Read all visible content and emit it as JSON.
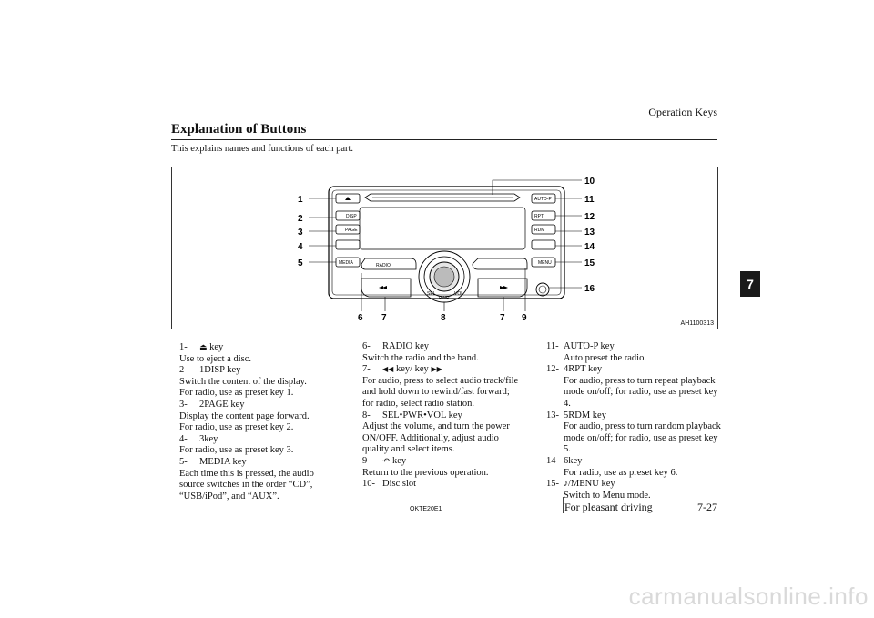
{
  "header": {
    "section": "Operation Keys",
    "chapter_tab": "7"
  },
  "section": {
    "title": "Explanation of Buttons",
    "subtitle": "This explains names and functions of each part."
  },
  "figure": {
    "code": "AH1100313",
    "callouts": [
      "1",
      "2",
      "3",
      "4",
      "5",
      "6",
      "7",
      "8",
      "7",
      "9",
      "10",
      "11",
      "12",
      "13",
      "14",
      "15",
      "16"
    ],
    "button_labels": {
      "disp": "DISP",
      "page": "PAGE",
      "media": "MEDIA",
      "radio": "RADIO",
      "autop": "AUTO-P",
      "rpt": "RPT",
      "rdm": "RDM",
      "menu": "MENU",
      "pwr": "PWR",
      "sel": "SEL",
      "vol": "VOL"
    }
  },
  "items_left": [
    {
      "num": "1-",
      "title": "key",
      "desc": [
        "Use to eject a disc."
      ]
    },
    {
      "num": "2-",
      "title": "1DISP key",
      "desc": [
        "Switch the content of the display.",
        "For radio, use as preset key 1."
      ]
    },
    {
      "num": "3-",
      "title": "2PAGE key",
      "desc": [
        "Display the content page forward.",
        "For radio, use as preset key 2."
      ]
    },
    {
      "num": "4-",
      "title": "3key",
      "desc": [
        "For radio, use as preset key 3."
      ]
    },
    {
      "num": "5-",
      "title": "MEDIA key",
      "desc": [
        "Each time this is pressed, the audio",
        "source switches in the order “CD”,",
        "“USB/iPod”, and “AUX”."
      ]
    }
  ],
  "items_middle": [
    {
      "num": "6-",
      "title": "RADIO key",
      "desc": [
        "Switch the radio and the band."
      ]
    },
    {
      "num": "7-",
      "title": "key/ key",
      "desc": [
        "For audio, press to select audio track/file",
        "and hold down to rewind/fast forward;",
        "for radio, select radio station."
      ]
    },
    {
      "num": "8-",
      "title": "SEL•PWR•VOL key",
      "desc": [
        "Adjust the volume, and turn the power",
        "ON/OFF. Additionally, adjust audio",
        "quality and select items."
      ]
    },
    {
      "num": "9-",
      "title": "key",
      "desc": [
        "Return to the previous operation."
      ]
    },
    {
      "num": "10-",
      "title": "Disc slot",
      "desc": []
    }
  ],
  "items_right": [
    {
      "num": "11-",
      "title": "AUTO-P key",
      "desc": [
        "Auto preset the radio."
      ]
    },
    {
      "num": "12-",
      "title": "4RPT key",
      "desc": [
        "For audio, press to turn repeat playback",
        "mode on/off; for radio, use as preset key",
        "4."
      ]
    },
    {
      "num": "13-",
      "title": "5RDM key",
      "desc": [
        "For audio, press to turn random playback",
        "mode on/off; for radio, use as preset key",
        "5."
      ]
    },
    {
      "num": "14-",
      "title": "6key",
      "desc": [
        "For radio, use as preset key 6."
      ]
    },
    {
      "num": "15-",
      "title": "/MENU key",
      "desc": [
        "Switch to Menu mode."
      ]
    }
  ],
  "footer": {
    "code": "OKTE20E1",
    "chapter": "For pleasant driving",
    "page": "7-27"
  },
  "watermark": "carmanualsonline.info"
}
